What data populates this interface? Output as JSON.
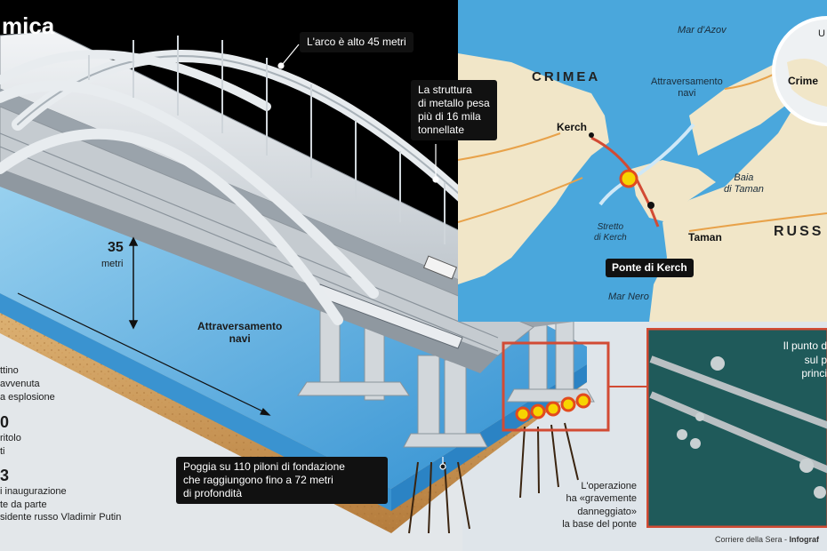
{
  "header": {
    "title_fragment": "mica"
  },
  "bridge": {
    "arch_height": "L'arco è alto 45 metri",
    "structure_weight": [
      "La struttura",
      "di metallo pesa",
      "più di 16 mila",
      "tonnellate"
    ],
    "clearance_value": "35",
    "clearance_unit": "metri",
    "ship_passage": [
      "Attraversamento",
      "navi"
    ],
    "foundation": [
      "Poggia su 110 piloni di fondazione",
      "che raggiungono fino a 72 metri",
      "di profondità"
    ],
    "operation": [
      "L'operazione",
      "ha «gravemente",
      "danneggiato»",
      "la base del ponte"
    ]
  },
  "left_facts": [
    [
      "ttino",
      "avvenuta",
      "a esplosione"
    ],
    [
      "0",
      "ritolo",
      "ti"
    ],
    [
      "3",
      "i inaugurazione",
      "te da parte",
      "sidente russo Vladimir Putin"
    ]
  ],
  "map": {
    "sea_azov": "Mar d'Azov",
    "crimea": "CRIMEA",
    "kerch": "Kerch",
    "passage": [
      "Attraversamento",
      "navi"
    ],
    "bay": [
      "Baia",
      "di Taman"
    ],
    "strait": [
      "Stretto",
      "di Kerch"
    ],
    "taman": "Taman",
    "russia": "RUSS",
    "bridge_label": "Ponte di Kerch",
    "black_sea": "Mar Nero",
    "inset_u": "U",
    "inset_crimea": "Crime"
  },
  "satellite": {
    "caption": [
      "Il punto d",
      "sul p",
      "princi"
    ]
  },
  "credit": {
    "source": "Corriere della Sera",
    "infografica": "Infograf"
  },
  "colors": {
    "sea": "#4aa7dc",
    "land": "#f1e6c8",
    "accent": "#d24b34",
    "black": "#000000"
  }
}
